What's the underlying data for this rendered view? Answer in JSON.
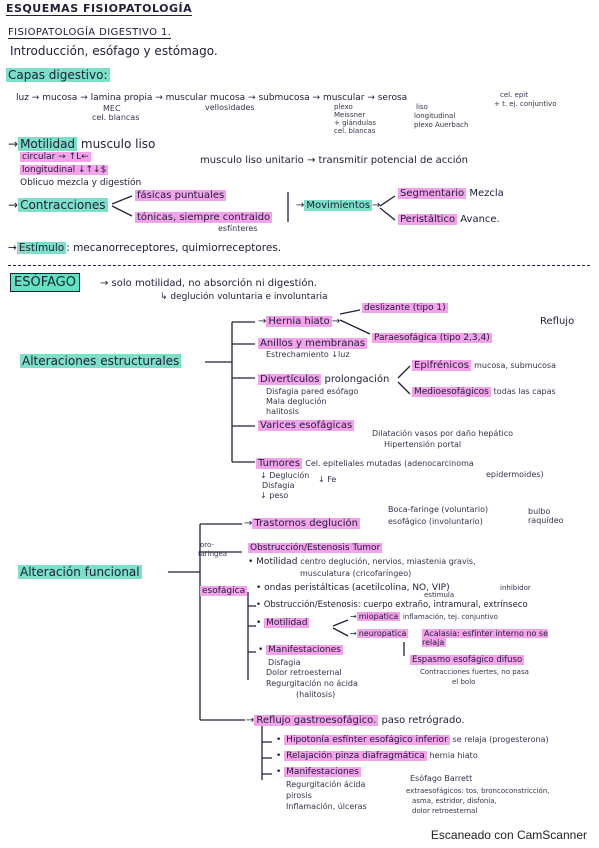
{
  "header": {
    "title": "ESQUEMAS FISIOPATOLOGÍA",
    "subtitle": "FISIOPATOLOGÍA DIGESTIVO 1.",
    "topic": "Introducción, esófago y estómago."
  },
  "capas": {
    "label": "Capas digestivo:",
    "row": "luz → mucosa → lamina propia → muscular mucosa → submucosa → muscular → serosa",
    "under_lamina": [
      "MEC",
      "cel. blancas"
    ],
    "under_muscmuc": "vellosidades",
    "under_submucosa": [
      "plexo",
      "Meissner",
      "+ glándulas",
      "cel. blancas"
    ],
    "under_muscular": [
      "liso",
      "longitudinal",
      "plexo Auerbach"
    ],
    "under_serosa": [
      "cel. epit",
      "+ t. ej. conjuntivo"
    ]
  },
  "motilidad": {
    "label": "Motilidad",
    "rest": "musculo liso",
    "items": [
      "circular → ↑L←",
      "longitudinal ↓↑↓$",
      "Oblicuo mezcla y digestión"
    ],
    "note": "musculo liso unitario → transmitir potencial de acción"
  },
  "contracciones": {
    "label": "Contracciones",
    "fasicas": "fásicas puntuales",
    "tonicas": "tónicas, siempre contraido",
    "esfinteres": "esfínteres",
    "movimientos": "Movimientos",
    "segmentario": "Segmentario",
    "segmentario_note": "Mezcla",
    "peristaltico": "Peristáltico",
    "peristaltico_note": "Avance."
  },
  "estimulo": {
    "label": "Estímulo",
    "text": ": mecanorreceptores, quimiorreceptores."
  },
  "esofago": {
    "label": "ESÓFAGO",
    "line1": "→ solo motilidad, no absorción ni digestión.",
    "line2": "↳ deglución voluntaria e involuntaria",
    "estructurales": {
      "label": "Alteraciones estructurales",
      "hernia": "Hernia hiato",
      "deslizante": "deslizante (tipo 1)",
      "paraesofagica": "Paraesofágica (tipo 2,3,4)",
      "reflujo": "Reflujo",
      "anillos": "Anillos y membranas",
      "estrechamiento": "Estrechamiento ↓luz",
      "diverticulos": "Divertículos",
      "prolongacion": "prolongación",
      "div_notes": [
        "Disfagia   pared esófago",
        "Mala deglución",
        "halitosis"
      ],
      "epifrenicos": "Epifrénicos",
      "epi_note": "mucosa, submucosa",
      "medioesofagicos": "Medioesofágicos",
      "medio_note": "todas las capas",
      "varices": "Varices esofágicas",
      "varices_note1": "Dilatación vasos por daño hepático",
      "varices_note2": "Hipertensión portal",
      "tumores": "Tumores",
      "tumores_note1": "Cel. epiteliales mutadas (adenocarcinoma",
      "tumores_note2": "epidermoides)",
      "tumores_items": [
        "↓ Deglución",
        "Disfagia",
        "↓ peso"
      ],
      "tumores_fe": "↓ Fe"
    },
    "funcional": {
      "label": "Alteración funcional",
      "trastornos": "Trastornos deglución",
      "trast_note1": "Boca-faringe (voluntario)",
      "trast_note2": "esofágico (involuntario)",
      "bulbo": "bulbo raquídeo",
      "orofaringea": [
        "oro-",
        "faringea"
      ],
      "obstruccion": "Obstrucción/Estenosis Tumor",
      "oro_motilidad": "Motilidad",
      "oro_mot_note": "centro deglución, nervios, miastenia gravis,",
      "oro_mot_note2": "musculatura (cricofaríngeo)",
      "esofagica": "esofágica",
      "ondas": "ondas peristálticas (acetilcolina, NO, VIP)",
      "ondas_small": [
        "estimula",
        "inhibidor"
      ],
      "obs2": "Obstrucción/Estenosis: cuerpo extraño, intramural, extrínseco",
      "motilidad2": "Motilidad",
      "miopatica": "miopatica",
      "miop_note": "inflamación, tej. conjuntivo",
      "neuropatica": "neuropatica",
      "acalasia": "Acalasia: esfínter interno no se relaja",
      "espasmo": "Espasmo esofágico difuso",
      "espasmo_note1": "Contracciones fuertes, no pasa",
      "espasmo_note2": "el bolo",
      "manifestaciones": "Manifestaciones",
      "manif_items": [
        "Disfagia",
        "Dolor retroesternal",
        "Regurgitación no ácida",
        "(halitosis)"
      ],
      "reflujo": "Reflujo gastroesofágico.",
      "reflujo_note": "paso retrógrado.",
      "hipotonia": "Hipotonía esfínter esofágico inferior",
      "hipotonia_note": "se relaja (progesterona)",
      "relajacion": "Relajación pinza diafragmática",
      "relaj_note": "hernia hiato",
      "manif2": "Manifestaciones",
      "manif2_items": [
        "Regurgitación ácida",
        "pirosis",
        "Inflamación, úlceras"
      ],
      "barrett": "Esófago Barrett",
      "barrett_note": [
        "extraesofágicos: tos, broncoconstricción,",
        "asma, estridor, disfonía,",
        "dolor retroesternal"
      ]
    }
  },
  "footer": "Escaneado con CamScanner"
}
